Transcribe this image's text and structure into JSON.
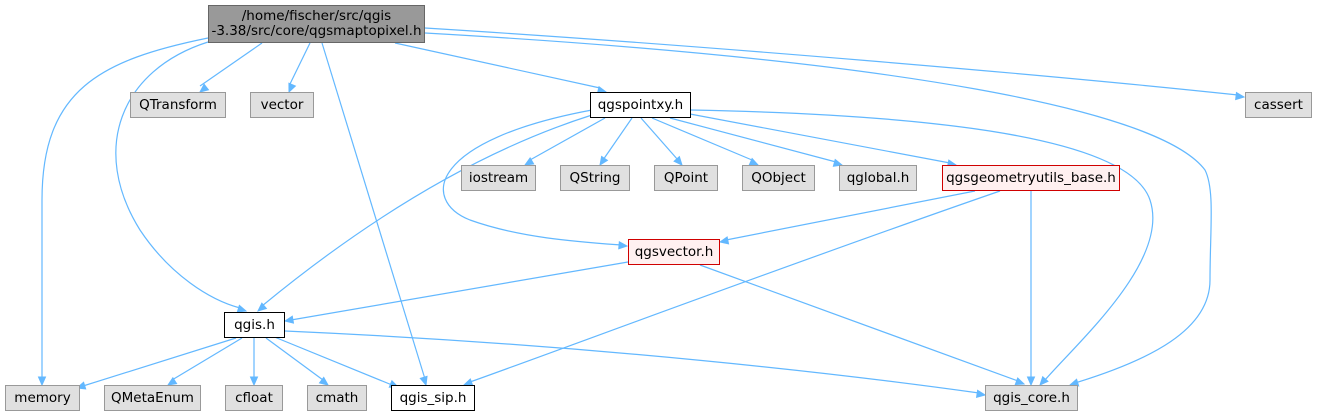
{
  "graph": {
    "root": {
      "line1": "/home/fischer/src/qgis",
      "line2": "-3.38/src/core/qgsmaptopixel.h"
    },
    "nodes": {
      "qtransform": "QTransform",
      "vector": "vector",
      "qgspointxy": "qgspointxy.h",
      "cassert": "cassert",
      "iostream": "iostream",
      "qstring": "QString",
      "qpoint": "QPoint",
      "qobject": "QObject",
      "qglobal": "qglobal.h",
      "qgsgeometryutils": "qgsgeometryutils_base.h",
      "qgsvector": "qgsvector.h",
      "qgis": "qgis.h",
      "memory": "memory",
      "qmetaenum": "QMetaEnum",
      "cfloat": "cfloat",
      "cmath": "cmath",
      "qgis_sip": "qgis_sip.h",
      "qgis_core": "qgis_core.h"
    },
    "colors": {
      "edge": "#63b8ff",
      "root_fill": "#999999",
      "external_fill": "#e0e0e0",
      "documented_border": "#000000",
      "undocumented_border": "#d00000"
    }
  }
}
